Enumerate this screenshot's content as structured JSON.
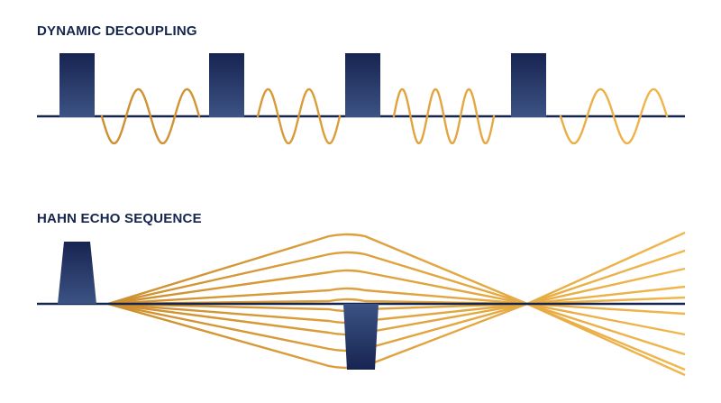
{
  "diagrams": {
    "dynamic_decoupling": {
      "title": "DYNAMIC DECOUPLING",
      "pulse_count": 4,
      "pulse_shape": "rectangle",
      "segments": [
        {
          "start_phase": "down",
          "cycles": 2
        },
        {
          "start_phase": "up",
          "cycles": 2
        },
        {
          "start_phase": "up",
          "cycles": 3
        },
        {
          "start_phase": "down",
          "cycles": 2
        }
      ]
    },
    "hahn_echo": {
      "title": "HAHN ECHO SEQUENCE",
      "pulses": [
        {
          "side": "above",
          "shape": "trapezoid"
        },
        {
          "side": "below",
          "shape": "trapezoid"
        }
      ],
      "line_count": 12,
      "focal_points": 2
    }
  },
  "colors": {
    "navy": "#16254d",
    "pulse_gradient_top": "#172451",
    "pulse_gradient_bottom": "#3c5384",
    "wave_dark": "#c98a2c",
    "wave_light": "#f1b64c",
    "background": "#ffffff"
  }
}
